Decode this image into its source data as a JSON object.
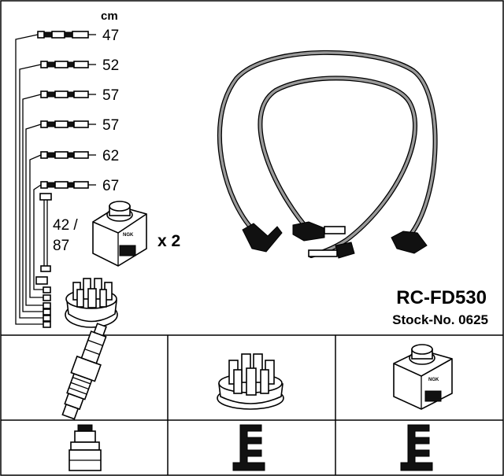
{
  "unit_label": "cm",
  "cable_lengths": [
    "47",
    "52",
    "57",
    "57",
    "62",
    "67"
  ],
  "coil_cable_length": "42 / 87",
  "coil_multiplier": "x 2",
  "product_code": "RC-FD530",
  "stock_number": "Stock-No. 0625",
  "coil_brand_mark": "NGK",
  "icons": {
    "spark_plug": "spark-plug-icon",
    "distributor_cap": "distributor-cap-icon",
    "ignition_coil": "ignition-coil-icon",
    "plug_connector": "plug-connector-icon",
    "cap_connector": "cap-connector-icon",
    "coil_connector": "coil-connector-icon"
  }
}
